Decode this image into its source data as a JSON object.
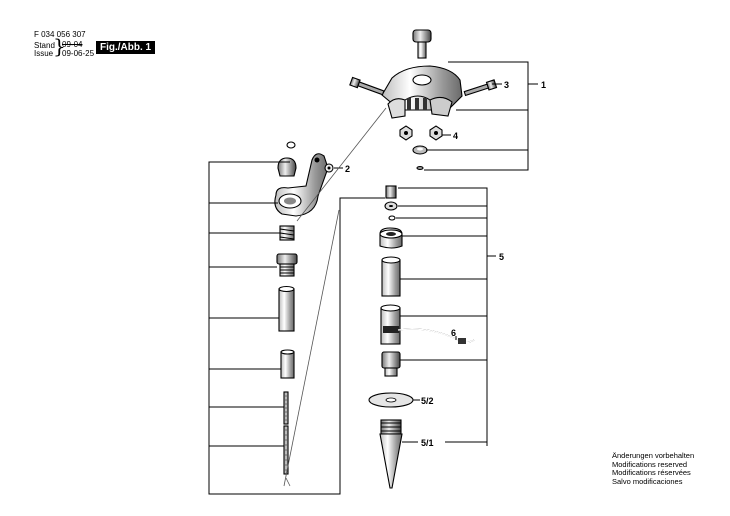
{
  "header": {
    "doc_number": "F 034 056 307",
    "stand_label": "Stand",
    "issue_label": "Issue",
    "stand_date": "09-04",
    "issue_date": "09-06-25",
    "figure_label": "Fig./Abb. 1"
  },
  "callouts": {
    "c1": "1",
    "c2": "2",
    "c3": "3",
    "c4": "4",
    "c5": "5",
    "c6": "6",
    "c5_1": "5/1",
    "c5_2": "5/2"
  },
  "notes": [
    "Änderungen vorbehalten",
    "Modifications reserved",
    "Modifications réservées",
    "Salvo modificaciones"
  ]
}
